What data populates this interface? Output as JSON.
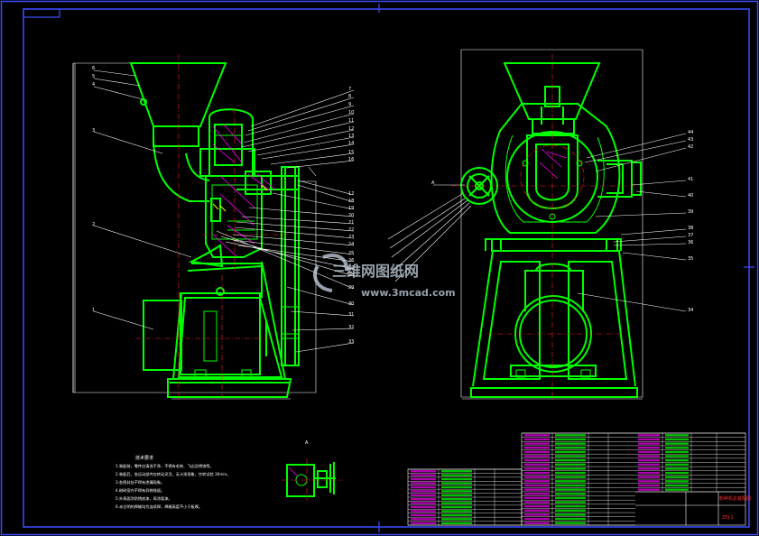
{
  "drawing": {
    "left_view_labels": [
      "6",
      "5",
      "4",
      "3",
      "2",
      "1"
    ],
    "right_callouts": [
      "7",
      "8",
      "9",
      "10",
      "11",
      "12",
      "13",
      "14",
      "15",
      "16",
      "17",
      "18",
      "19",
      "20",
      "21",
      "22",
      "23",
      "24",
      "25",
      "26",
      "27",
      "28",
      "29",
      "30",
      "31",
      "32",
      "33"
    ],
    "side_view_labels": [
      "A"
    ],
    "front_callouts": [
      "44",
      "43",
      "42",
      "41",
      "40",
      "39",
      "38",
      "37",
      "36",
      "35",
      "34"
    ],
    "detail_label": "A",
    "notes_title": "技术要求",
    "notes": [
      "1.装配前，零件应清洗干净，不得有毛刺、飞边及锈蚀等。",
      "2.装配后，各运动部件应转动灵活，无卡滞现象，空转试验 30min。",
      "3.各密封处不得有渗漏现象。",
      "4.粉碎室内不得有异物残留。",
      "5.外表面涂防锈底漆，再涂面漆。",
      "6.未注明的焊缝均为连续焊，焊缝高度不小于板厚。"
    ]
  },
  "watermark": {
    "text": "三维网图纸网",
    "url": "www.3mcad.com"
  },
  "title_block": {
    "name": "粉碎机总装配图",
    "code": "ZPJ-1"
  }
}
